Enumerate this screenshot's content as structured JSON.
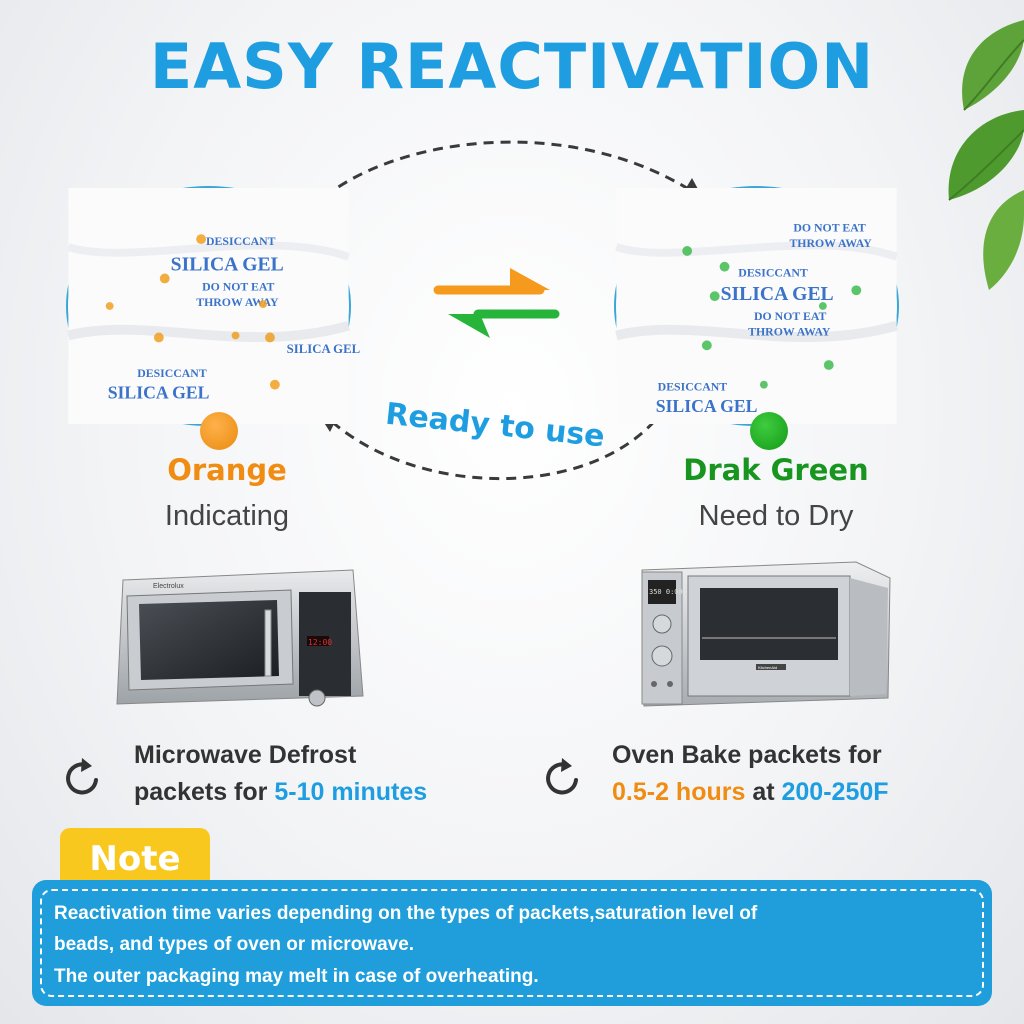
{
  "title": "EASY REACTIVATION",
  "cycle": {
    "ready_label": "Ready to use"
  },
  "packet": {
    "desiccant": "DESICCANT",
    "brand": "SILICA GEL",
    "warning_1": "DO NOT EAT",
    "warning_2": "THROW AWAY"
  },
  "states": {
    "left": {
      "color_name": "Orange",
      "description": "Indicating",
      "color": "#f08c12"
    },
    "right": {
      "color_name": "Drak Green",
      "description": "Need to Dry",
      "color": "#17951e"
    }
  },
  "appliances": {
    "microwave_brand": "Electrolux",
    "microwave_time": "12:00",
    "oven_brand": "KitchenAid",
    "oven_display": "350 0:00"
  },
  "instructions": {
    "microwave": {
      "line1": "Microwave Defrost",
      "line2_prefix": "packets for ",
      "line2_highlight": "5-10 minutes"
    },
    "oven": {
      "line1": "Oven Bake packets for",
      "line2_highlight1": "0.5-2 hours",
      "line2_middle": " at ",
      "line2_highlight2": "200-250F"
    }
  },
  "note": {
    "tab": "Note",
    "line1": "Reactivation time varies depending on the types of packets,saturation level of",
    "line2": "beads, and types of oven or microwave.",
    "line3": "The outer packaging may melt in case of overheating."
  },
  "colors": {
    "accent_blue": "#1e9ee0",
    "accent_orange": "#f08c12",
    "accent_green": "#17951e",
    "note_yellow": "#f9c81f",
    "note_blue": "#1f9edb"
  }
}
